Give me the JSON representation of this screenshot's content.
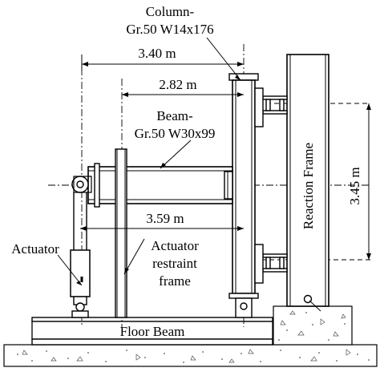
{
  "labels": {
    "column_line1": "Column-",
    "column_line2": "Gr.50 W14x176",
    "beam_line1": "Beam-",
    "beam_line2": "Gr.50 W30x99",
    "dim_340": "3.40 m",
    "dim_282": "2.82 m",
    "dim_359": "3.59 m",
    "dim_345": "3.45 m",
    "actuator": "Actuator",
    "restraint_line1": "Actuator",
    "restraint_line2": "restraint",
    "restraint_line3": "frame",
    "reaction_frame": "Reaction Frame",
    "floor_beam": "Floor Beam"
  }
}
